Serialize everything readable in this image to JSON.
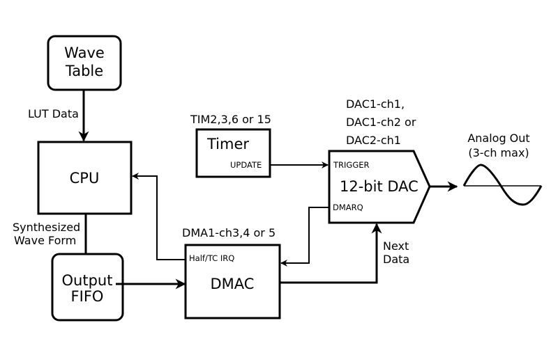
{
  "diagram": {
    "blocks": {
      "wave_table": {
        "line1": "Wave",
        "line2": "Table"
      },
      "cpu": {
        "label": "CPU"
      },
      "output_fifo": {
        "line1": "Output",
        "line2": "FIFO"
      },
      "timer": {
        "label": "Timer",
        "port": "UPDATE",
        "caption": "TIM2,3,6 or 15"
      },
      "dmac": {
        "label": "DMAC",
        "port": "Half/TC IRQ",
        "caption": "DMA1-ch3,4 or 5"
      },
      "dac": {
        "label": "12-bit DAC",
        "port_trigger": "TRIGGER",
        "port_dmarq": "DMARQ",
        "caption": [
          "DAC1-ch1,",
          "DAC1-ch2 or",
          "DAC2-ch1"
        ]
      }
    },
    "edge_labels": {
      "lut_data": "LUT Data",
      "synthesized": [
        "Synthesized",
        "Wave Form"
      ],
      "next_data": [
        "Next",
        "Data"
      ],
      "analog_out": [
        "Analog Out",
        "(3-ch max)"
      ]
    }
  }
}
